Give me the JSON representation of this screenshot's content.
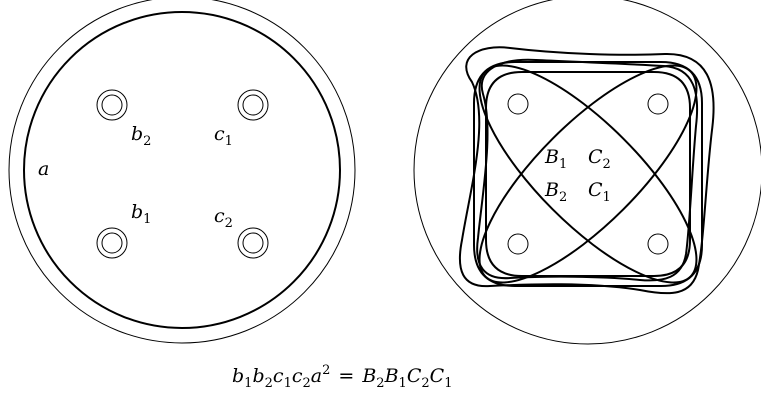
{
  "left_diagram": {
    "outer_label": {
      "base": "a",
      "sub": ""
    },
    "punctures": [
      {
        "id": "b2",
        "base": "b",
        "sub": "2"
      },
      {
        "id": "c1",
        "base": "c",
        "sub": "1"
      },
      {
        "id": "b1",
        "base": "b",
        "sub": "1"
      },
      {
        "id": "c2",
        "base": "c",
        "sub": "2"
      }
    ]
  },
  "right_diagram": {
    "labels": [
      {
        "id": "B1",
        "base": "B",
        "sub": "1"
      },
      {
        "id": "C2",
        "base": "C",
        "sub": "2"
      },
      {
        "id": "B2",
        "base": "B",
        "sub": "2"
      },
      {
        "id": "C1",
        "base": "C",
        "sub": "1"
      }
    ]
  },
  "equation": {
    "lhs": [
      {
        "base": "b",
        "sub": "1"
      },
      {
        "base": "b",
        "sub": "2"
      },
      {
        "base": "c",
        "sub": "1"
      },
      {
        "base": "c",
        "sub": "2"
      },
      {
        "base": "a",
        "sup": "2"
      }
    ],
    "equals": "=",
    "rhs": [
      {
        "base": "B",
        "sub": "2"
      },
      {
        "base": "B",
        "sub": "1"
      },
      {
        "base": "C",
        "sub": "2"
      },
      {
        "base": "C",
        "sub": "1"
      }
    ]
  }
}
